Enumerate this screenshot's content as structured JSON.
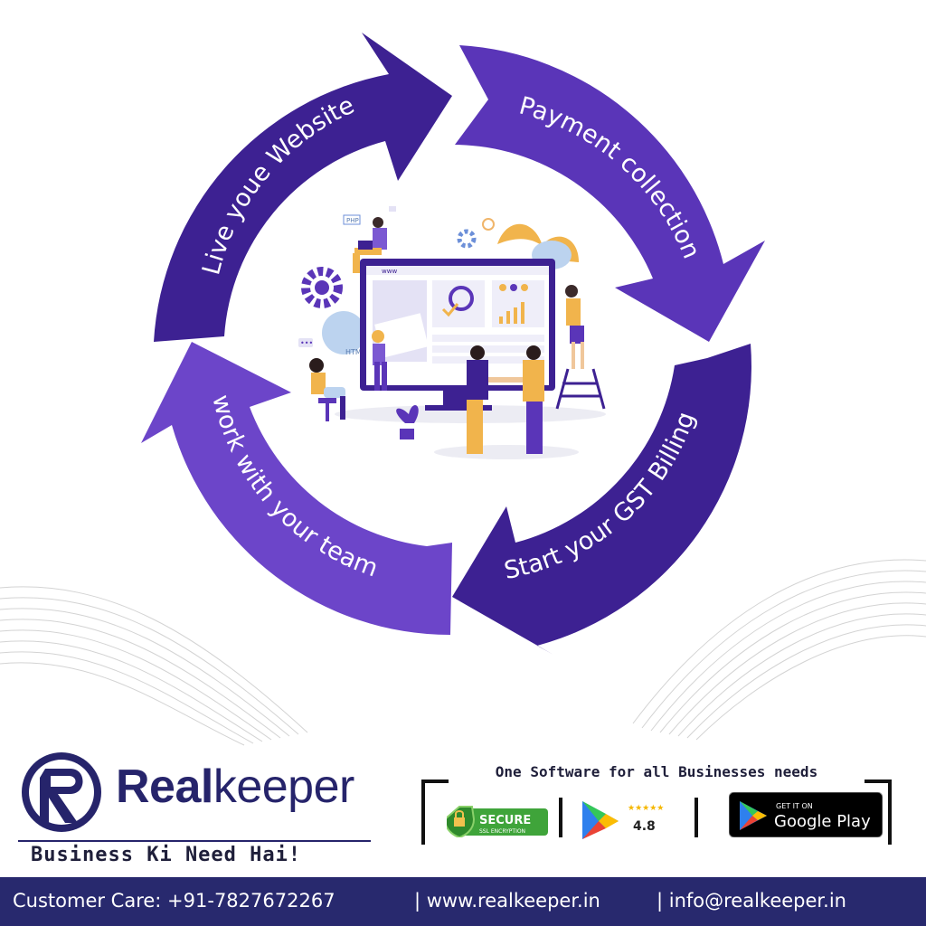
{
  "cycle": {
    "steps": [
      {
        "label": "Live youe Website"
      },
      {
        "label": "Payment collection"
      },
      {
        "label": "Start your GST Billing"
      },
      {
        "label": "work with your team"
      }
    ]
  },
  "illustration": {
    "browser_tag": "www",
    "php_tag": "PHP",
    "html_tag": "HTML"
  },
  "brand": {
    "name_bold": "Real",
    "name_rest": "keeper",
    "tagline": "Business Ki Need Hai!"
  },
  "promo": {
    "title": "One Software for all Businesses needs",
    "secure_main": "SECURE",
    "secure_sub": "SSL ENCRYPTION",
    "rating": "4.8",
    "gplay_small": "GET IT ON",
    "gplay_main": "Google Play"
  },
  "footer": {
    "care": "Customer Care: +91-7827672267",
    "website": "| www.realkeeper.in",
    "email": "| info@realkeeper.in"
  },
  "colors": {
    "arrow_dark": "#3d2192",
    "arrow_mid": "#5a35b8",
    "arrow_light": "#6c45c9",
    "brand_navy": "#26246b",
    "footer_bg": "#28296e"
  }
}
